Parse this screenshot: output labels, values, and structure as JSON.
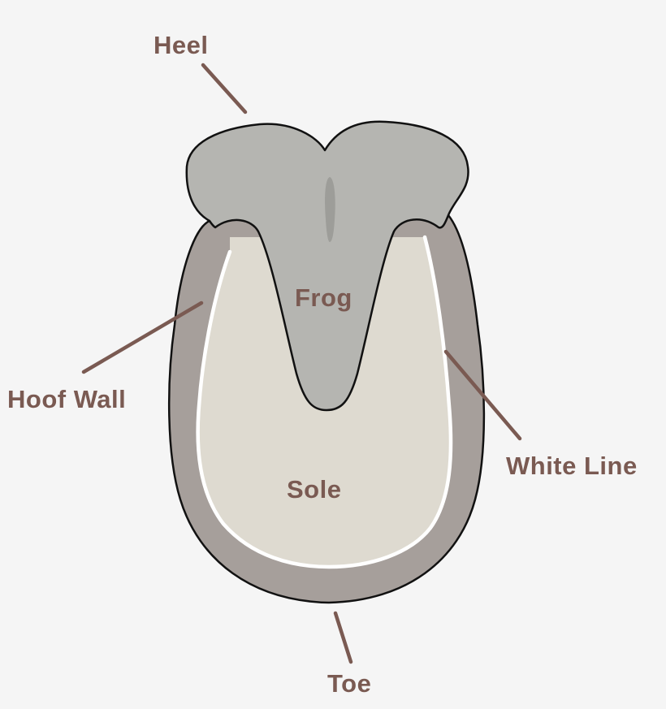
{
  "labels": {
    "heel": "Heel",
    "frog": "Frog",
    "hoof_wall": "Hoof Wall",
    "white_line": "White Line",
    "sole": "Sole",
    "toe": "Toe"
  },
  "colors": {
    "background": "#f5f5f5",
    "label_text": "#7a5a52",
    "leader_line": "#7a5a52",
    "hoof_wall": "#a69f9b",
    "sole": "#dedad0",
    "frog": "#b5b5b1",
    "frog_groove": "#9d9d99",
    "white_line": "#ffffff",
    "outline": "#111111"
  }
}
